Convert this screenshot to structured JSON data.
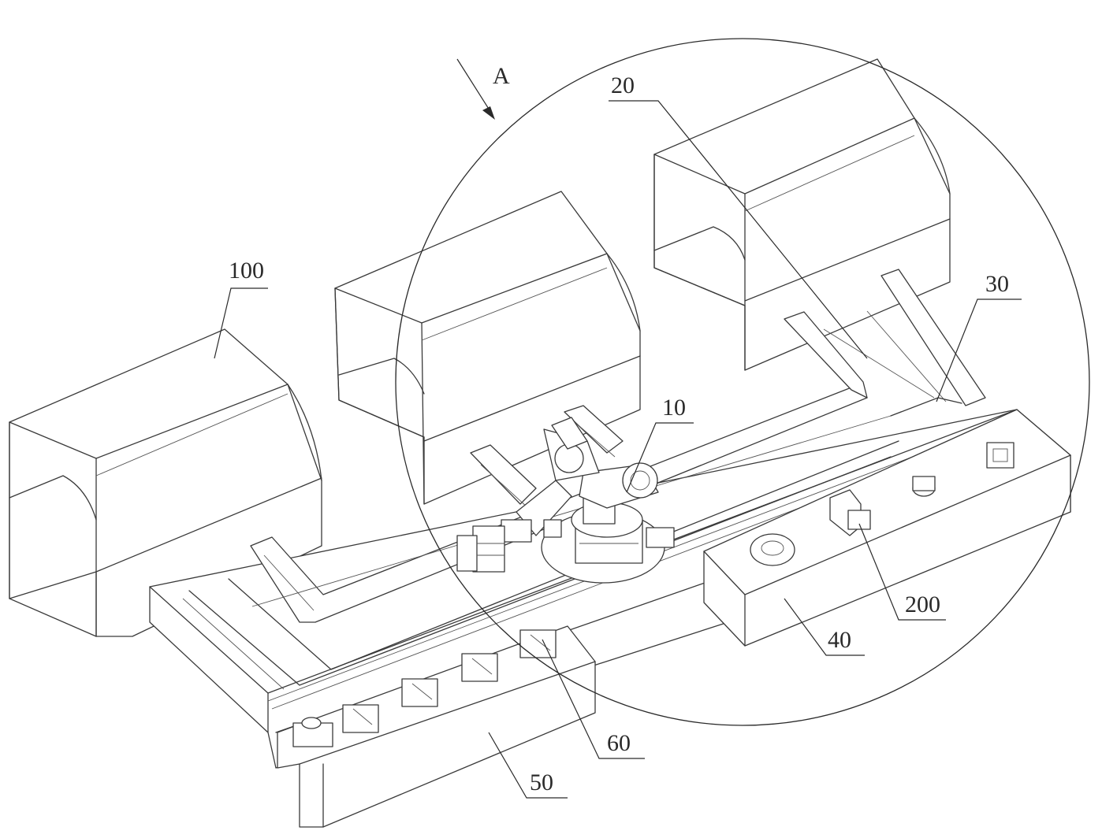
{
  "labels": {
    "view_marker": "A",
    "building_left": "100",
    "machine": "20",
    "rail": "30",
    "robot": "10",
    "workpiece": "200",
    "station_right": "40",
    "fixture": "60",
    "station_left": "50"
  }
}
